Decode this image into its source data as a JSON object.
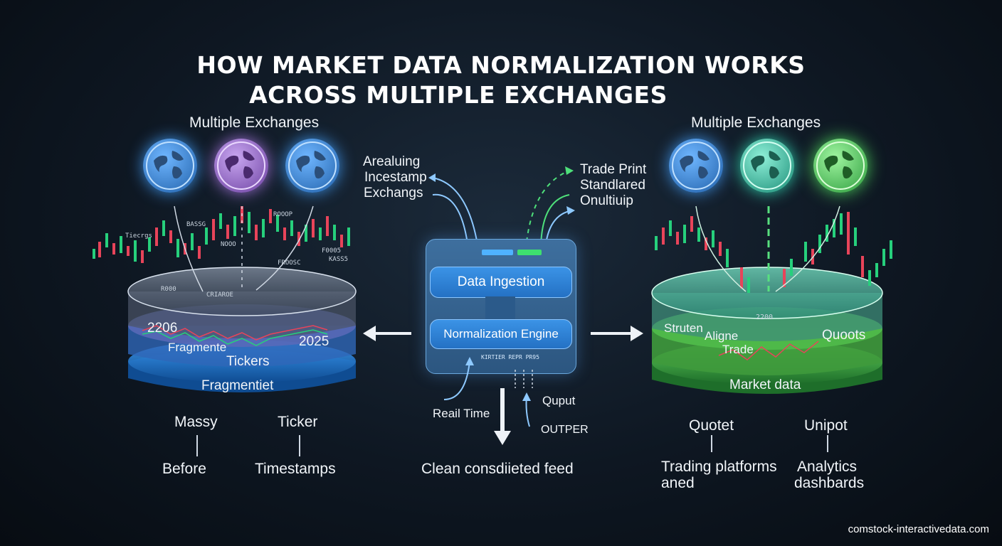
{
  "title": {
    "line1": "HOW MARKET DATA NORMALIZATION WORKS",
    "line2": "ACROSS MULTIPLE EXCHANGES"
  },
  "left": {
    "heading": "Multiple Exchanges",
    "globe_colors": [
      "#3d8fe0",
      "#9b6fd0",
      "#3d8fe0"
    ],
    "chart_tags": [
      "Tiecrgs",
      "BASSG",
      "ROOOP",
      "NOOO",
      "FROOSC",
      "R000",
      "CRIAROE",
      "F0005",
      "KASS5"
    ],
    "layer_labels": {
      "year_left": "2206",
      "year_right": "2025",
      "fragment": "Fragmente",
      "tickers": "Tickers",
      "fragmented": "Fragmentiet"
    },
    "bottom": {
      "messy": "Massy",
      "ticker": "Ticker",
      "before": "Before",
      "timestamps": "Timestamps"
    }
  },
  "center": {
    "inputs": [
      "Arealuing",
      "Incestamp",
      "Exchangs"
    ],
    "outputs": [
      "Trade Print",
      "Standlared",
      "Onultiuip"
    ],
    "engine": {
      "ingestion": "Data Ingestion",
      "normalization": "Normalization Engine",
      "footer": "KIRTIER REPR PR95"
    },
    "real_time": "Reail Time",
    "quput": "Quput",
    "outper": "OUTPER",
    "clean_feed": "Clean consdiieted feed"
  },
  "right": {
    "heading": "Multiple Exchanges",
    "globe_colors": [
      "#3d8fe0",
      "#2fc6a6",
      "#4ccf5a"
    ],
    "layer_labels": {
      "year": "2200",
      "struten": "Struten",
      "aligne": "Aligne",
      "trade": "Trade",
      "quoots": "Quoots",
      "market_data": "Market data"
    },
    "bottom": {
      "quotet": "Quotet",
      "unipot": "Unipot",
      "trading_line1": "Trading platforms",
      "trading_line2": "aned",
      "analytics_line1": "Analytics",
      "analytics_line2": "dashbards"
    }
  },
  "credit": "comstock-interactivedata.com"
}
